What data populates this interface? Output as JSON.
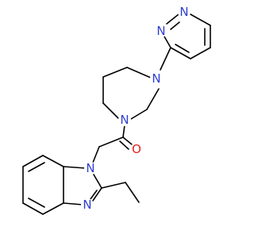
{
  "colors": {
    "background": "#ffffff",
    "bond": "#000000",
    "nitrogen": "#2f3fd0",
    "oxygen": "#e02020"
  },
  "atoms": {
    "n_pyridazine_1": {
      "symbol": "N"
    },
    "n_pyridazine_2": {
      "symbol": "N"
    },
    "n_diazepane_4": {
      "symbol": "N"
    },
    "n_diazepane_1": {
      "symbol": "N"
    },
    "o_carbonyl": {
      "symbol": "O"
    },
    "n_benzimidazole_1": {
      "symbol": "N"
    },
    "n_benzimidazole_3": {
      "symbol": "N"
    }
  }
}
